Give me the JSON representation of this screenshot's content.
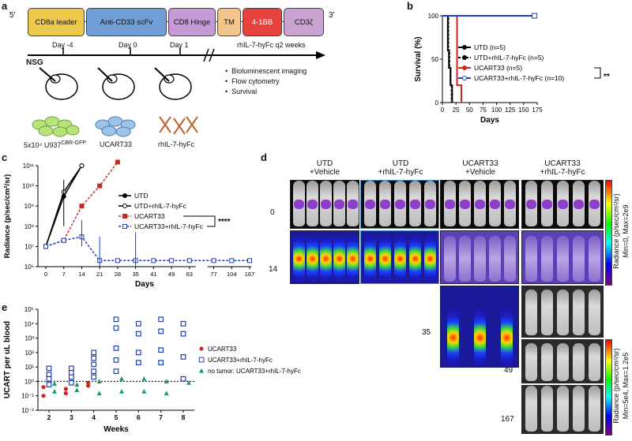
{
  "panels": {
    "a": "a",
    "b": "b",
    "c": "c",
    "d": "d",
    "e": "e"
  },
  "construct": {
    "five_prime": "5'",
    "three_prime": "3'",
    "segments": [
      {
        "label": "CD8a leader",
        "color": "#ecc84b"
      },
      {
        "label": "Anti-CD33 scFv",
        "color": "#6f9fd6"
      },
      {
        "label": "CD8 Hinge",
        "color": "#c59ad6"
      },
      {
        "label": "TM",
        "color": "#f3c58a"
      },
      {
        "label": "4-1BB",
        "color": "#e6433f"
      },
      {
        "label": "CD3ζ",
        "color": "#c8a3d2"
      }
    ]
  },
  "schema": {
    "day_m4": "Day -4",
    "day_0": "Day 0",
    "day_1": "Day 1",
    "mouse": "NSG",
    "treatment": "rhIL-7-hyFc q2 weeks",
    "readouts": [
      "Bioluminescent imaging",
      "Flow cytometry",
      "Survival"
    ],
    "cells": "5x10⁴ U937",
    "cells_sup": "CBR-GFP",
    "ucart": "UCART33",
    "drug": "rhIL-7-hyFc"
  },
  "survival": {
    "ylabel": "Survival (%)",
    "xlabel": "Days",
    "xticks": [
      "0",
      "25",
      "50",
      "75",
      "100",
      "125",
      "150",
      "175"
    ],
    "yticks": [
      "0",
      "50",
      "100"
    ],
    "sig": "**",
    "legend": [
      {
        "label": "UTD (n=5)",
        "color": "#000000"
      },
      {
        "label": "UTD+rhIL-7-hyFc (n=5)",
        "color": "#000000"
      },
      {
        "label": "UCART33 (n=5)",
        "color": "#c8281f"
      },
      {
        "label": "UCART33+rhIL-7-hyFc (n=10)",
        "color": "#1e3fb8"
      }
    ]
  },
  "radiance": {
    "ylabel": "Radiance (p/sec/cm²/sr)",
    "xlabel": "Days",
    "xticks": [
      "0",
      "7",
      "14",
      "21",
      "28",
      "35",
      "41",
      "49",
      "63",
      "77",
      "104",
      "167"
    ],
    "yticks": [
      "10⁶",
      "10⁷",
      "10⁸",
      "10⁹",
      "10¹⁰",
      "10¹¹"
    ],
    "sig": "****",
    "legend": [
      {
        "label": "UTD",
        "color": "#000000"
      },
      {
        "label": "UTD+rhIL-7-hyFc",
        "color": "#000000"
      },
      {
        "label": "UCART33",
        "color": "#c8281f"
      },
      {
        "label": "UCART33+rhIL-7-hyFc",
        "color": "#1e3fb8"
      }
    ]
  },
  "imaging": {
    "groups": [
      "UTD\n+Vehicle",
      "UTD\n+rhIL-7-hyFc",
      "UCART33\n+Vehicle",
      "UCART33\n+rhIL-7-hyFc"
    ],
    "days": [
      "0",
      "14",
      "35",
      "49",
      "167"
    ],
    "cbar1_label": "Radiance (p/sec/cm²/sr)",
    "cbar1_range": "Min=0, Max=2e9",
    "cbar2_label": "Radiance (p/sec/cm²/sr)",
    "cbar2_range": "Min=5e4, Max=1.2e5"
  },
  "ucart_blood": {
    "ylabel": "UCART per uL blood",
    "xlabel": "Weeks",
    "xticks": [
      "2",
      "3",
      "4",
      "5",
      "6",
      "7",
      "8"
    ],
    "yticks": [
      "10⁻²",
      "10⁻¹",
      "10⁰",
      "10¹",
      "10²",
      "10³",
      "10⁴",
      "10⁵"
    ],
    "sig": "**",
    "legend": [
      {
        "label": "UCART33",
        "color": "#c8281f"
      },
      {
        "label": "UCART33+rhIL-7-hyFc",
        "color": "#1e3fb8"
      },
      {
        "label": "no tumor: UCART33+rhIL-7-hyFc",
        "color": "#1a9a6a"
      }
    ]
  },
  "chart_data": [
    {
      "type": "line",
      "title": "",
      "xlabel": "Days",
      "ylabel": "Survival (%)",
      "xlim": [
        0,
        175
      ],
      "ylim": [
        0,
        100
      ],
      "series": [
        {
          "name": "UTD (n=5)",
          "x": [
            0,
            10,
            12,
            15,
            18
          ],
          "y": [
            100,
            60,
            40,
            20,
            0
          ]
        },
        {
          "name": "UTD+rhIL-7-hyFc (n=5)",
          "x": [
            0,
            11,
            13,
            15,
            17
          ],
          "y": [
            100,
            60,
            40,
            20,
            0
          ]
        },
        {
          "name": "UCART33 (n=5)",
          "x": [
            0,
            27,
            32,
            35
          ],
          "y": [
            100,
            20,
            20,
            0
          ]
        },
        {
          "name": "UCART33+rhIL-7-hyFc (n=10)",
          "x": [
            0,
            170
          ],
          "y": [
            100,
            100
          ]
        }
      ]
    },
    {
      "type": "line",
      "title": "",
      "xlabel": "Days",
      "ylabel": "Radiance (p/sec/cm²/sr)",
      "log_y": true,
      "ylim": [
        1000000.0,
        100000000000.0
      ],
      "series": [
        {
          "name": "UTD",
          "x": [
            0,
            7,
            14
          ],
          "y": [
            10000000.0,
            3000000000.0,
            100000000000.0
          ]
        },
        {
          "name": "UTD+rhIL-7-hyFc",
          "x": [
            0,
            7,
            14
          ],
          "y": [
            10000000.0,
            5000000000.0,
            100000000000.0
          ]
        },
        {
          "name": "UCART33",
          "x": [
            0,
            7,
            14,
            21,
            28
          ],
          "y": [
            10000000.0,
            20000000.0,
            1000000000.0,
            10000000000.0,
            150000000000.0
          ]
        },
        {
          "name": "UCART33+rhIL-7-hyFc",
          "x": [
            0,
            7,
            14,
            21,
            28,
            35,
            41,
            49,
            63,
            77,
            104,
            167
          ],
          "y": [
            10000000.0,
            20000000.0,
            30000000.0,
            2000000.0,
            2000000.0,
            2000000.0,
            2000000.0,
            2000000.0,
            2000000.0,
            2000000.0,
            2000000.0,
            2000000.0
          ]
        }
      ]
    },
    {
      "type": "scatter",
      "title": "",
      "xlabel": "Weeks",
      "ylabel": "UCART per uL blood",
      "log_y": true,
      "ylim": [
        0.01,
        100000
      ],
      "series": [
        {
          "name": "UCART33",
          "x": [
            2,
            2,
            3,
            3,
            4,
            4
          ],
          "y": [
            0.1,
            0.4,
            0.15,
            0.3,
            0.5,
            0.8
          ]
        },
        {
          "name": "UCART33+rhIL-7-hyFc",
          "x": [
            2,
            2,
            2,
            2,
            3,
            3,
            3,
            3,
            4,
            4,
            4,
            4,
            4,
            5,
            5,
            5,
            5,
            5,
            6,
            6,
            6,
            6,
            7,
            7,
            7,
            7,
            8,
            8,
            8,
            8
          ],
          "y": [
            8,
            3,
            1.5,
            0.6,
            8,
            4,
            2,
            0.8,
            100,
            40,
            15,
            5,
            2,
            20000,
            5000,
            200,
            30,
            5,
            10000,
            2000,
            100,
            20,
            20000,
            3000,
            150,
            20,
            10000,
            2000,
            50,
            1.5
          ]
        },
        {
          "name": "no tumor: UCART33+rhIL-7-hyFc",
          "x": [
            2,
            2,
            3,
            3,
            4,
            4,
            5,
            5,
            6,
            6,
            7,
            7,
            8
          ],
          "y": [
            0.7,
            0.2,
            0.6,
            0.25,
            1,
            0.15,
            1.5,
            0.2,
            1.5,
            0.2,
            1,
            0.15,
            0.8
          ]
        }
      ]
    }
  ]
}
